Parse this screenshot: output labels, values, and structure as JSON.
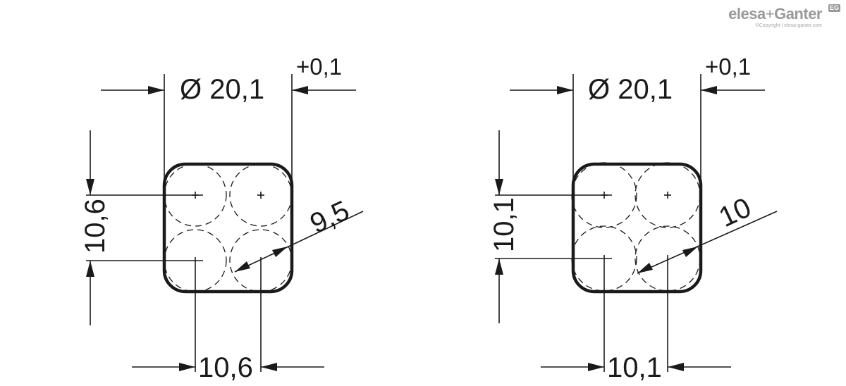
{
  "brand": {
    "name_part1": "elesa",
    "separator": "+",
    "name_part2": "Ganter",
    "badge": "EG",
    "copyright": "©Copyright | elesa-ganter.com"
  },
  "views": [
    {
      "diameter": "Ø 20,1",
      "tolerance": "+0,1",
      "spacing_vertical": "10,6",
      "spacing_horizontal": "10,6",
      "circle_diameter": "9,5"
    },
    {
      "diameter": "Ø 20,1",
      "tolerance": "+0,1",
      "spacing_vertical": "10,1",
      "spacing_horizontal": "10,1",
      "circle_diameter": "10"
    }
  ]
}
